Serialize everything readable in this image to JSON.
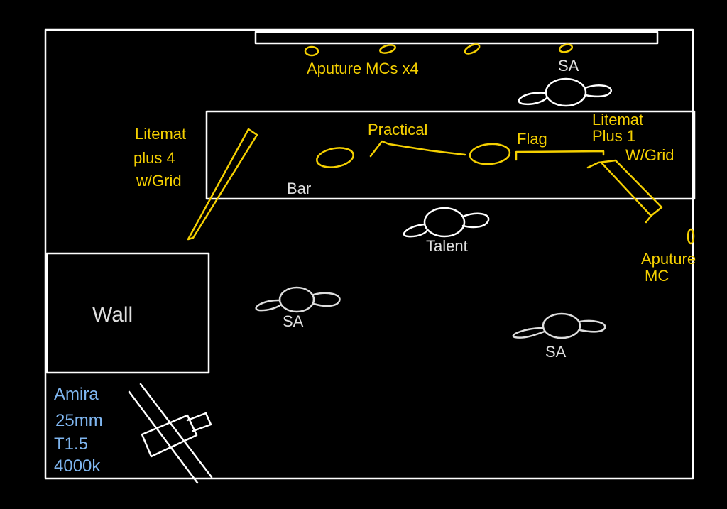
{
  "labels": {
    "top_lights": "Aputure MCs x4",
    "sa_top": "SA",
    "practical": "Practical",
    "flag": "Flag",
    "litemat_right_1": "Litemat",
    "litemat_right_2": "Plus 1",
    "litemat_right_3": "W/Grid",
    "litemat_left_1": "Litemat",
    "litemat_left_2": "plus 4",
    "litemat_left_3": "w/Grid",
    "bar": "Bar",
    "talent": "Talent",
    "aputure_right_1": "Aputure",
    "aputure_right_2": "MC",
    "wall": "Wall",
    "sa_left": "SA",
    "sa_right": "SA",
    "camera_1": "Amira",
    "camera_2": "25mm",
    "camera_3": "T1.5",
    "camera_4": "4000k"
  },
  "colors": {
    "lights": "#f5d000",
    "camera": "#7fb6f0",
    "set": "#ffffff"
  }
}
